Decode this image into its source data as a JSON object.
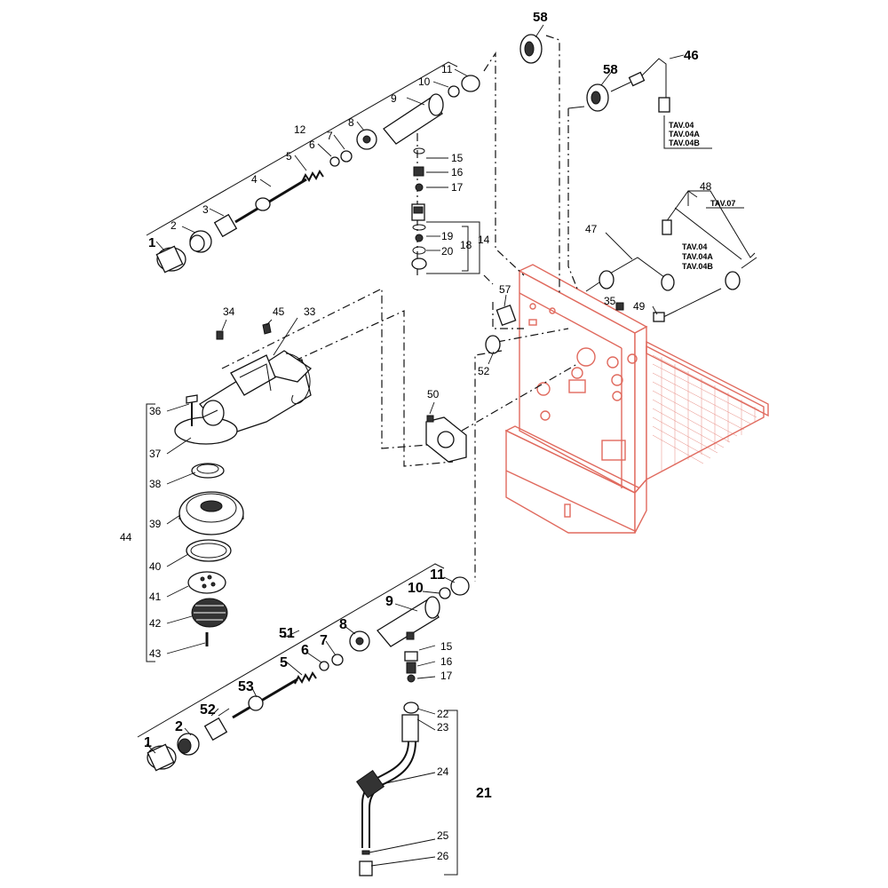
{
  "diagram": {
    "labels": {
      "upper": {
        "l1": "1",
        "l2": "2",
        "l3": "3",
        "l4": "4",
        "l5": "5",
        "l6": "6",
        "l7": "7",
        "l8": "8",
        "l9": "9",
        "l10": "10",
        "l11": "11",
        "l12": "12",
        "l14": "14",
        "l15": "15",
        "l16": "16",
        "l17": "17",
        "l18": "18",
        "l19": "19",
        "l20": "20"
      },
      "top": {
        "l58a": "58",
        "l58b": "58",
        "l46": "46",
        "l47": "47",
        "l48": "48",
        "l49": "49",
        "l35": "35",
        "l57": "57",
        "l52": "52",
        "l50": "50"
      },
      "group": {
        "l34": "34",
        "l45": "45",
        "l33": "33",
        "l36": "36",
        "l37": "37",
        "l38": "38",
        "l39": "39",
        "l40": "40",
        "l41": "41",
        "l42": "42",
        "l43": "43",
        "l44": "44"
      },
      "lower": {
        "l1": "1",
        "l2": "2",
        "l52": "52",
        "l53": "53",
        "l5": "5",
        "l51": "51",
        "l6": "6",
        "l7": "7",
        "l8": "8",
        "l9": "9",
        "l10": "10",
        "l11": "11",
        "l15": "15",
        "l16": "16",
        "l17": "17",
        "l22": "22",
        "l23": "23",
        "l24": "24",
        "l21": "21",
        "l25": "25",
        "l26": "26"
      }
    },
    "notes": {
      "n46a": "TAV.04",
      "n46b": "TAV.04A",
      "n46c": "TAV.04B",
      "n48": "TAV.07",
      "n47a": "TAV.04",
      "n47b": "TAV.04A",
      "n47c": "TAV.04B"
    },
    "colors": {
      "frame": "#e06a5e",
      "ink": "#111111"
    }
  }
}
